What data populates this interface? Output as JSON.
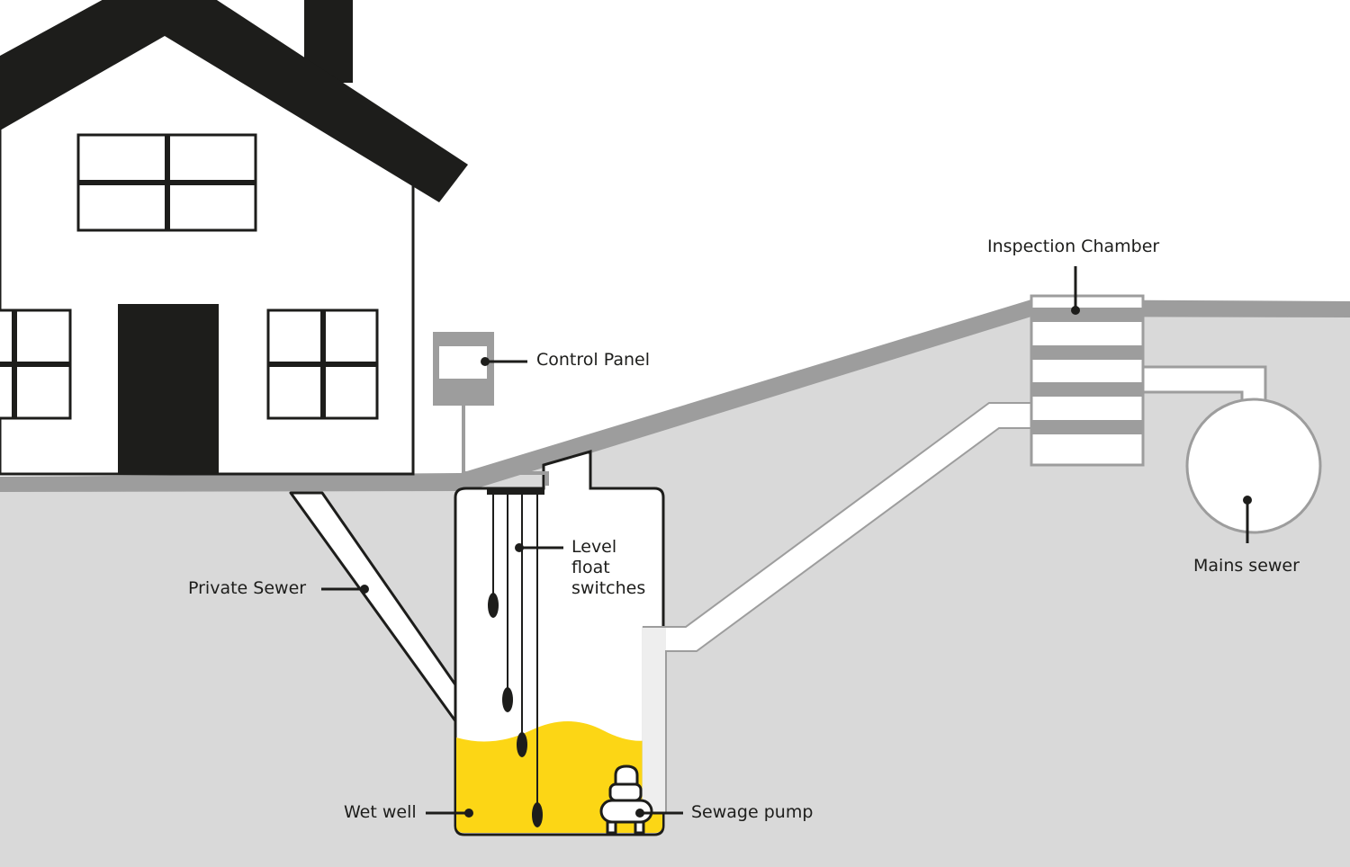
{
  "labels": {
    "inspection_chamber": "Inspection Chamber",
    "control_panel": "Control Panel",
    "level_float_line1": "Level",
    "level_float_line2": "float",
    "level_float_line3": "switches",
    "private_sewer": "Private Sewer",
    "mains_sewer": "Mains sewer",
    "wet_well": "Wet well",
    "sewage_pump": "Sewage pump"
  },
  "colors": {
    "ink": "#1d1d1b",
    "ground": "#d9d9d9",
    "surface": "#9d9d9d",
    "water": "#fcd615",
    "white": "#ffffff"
  }
}
